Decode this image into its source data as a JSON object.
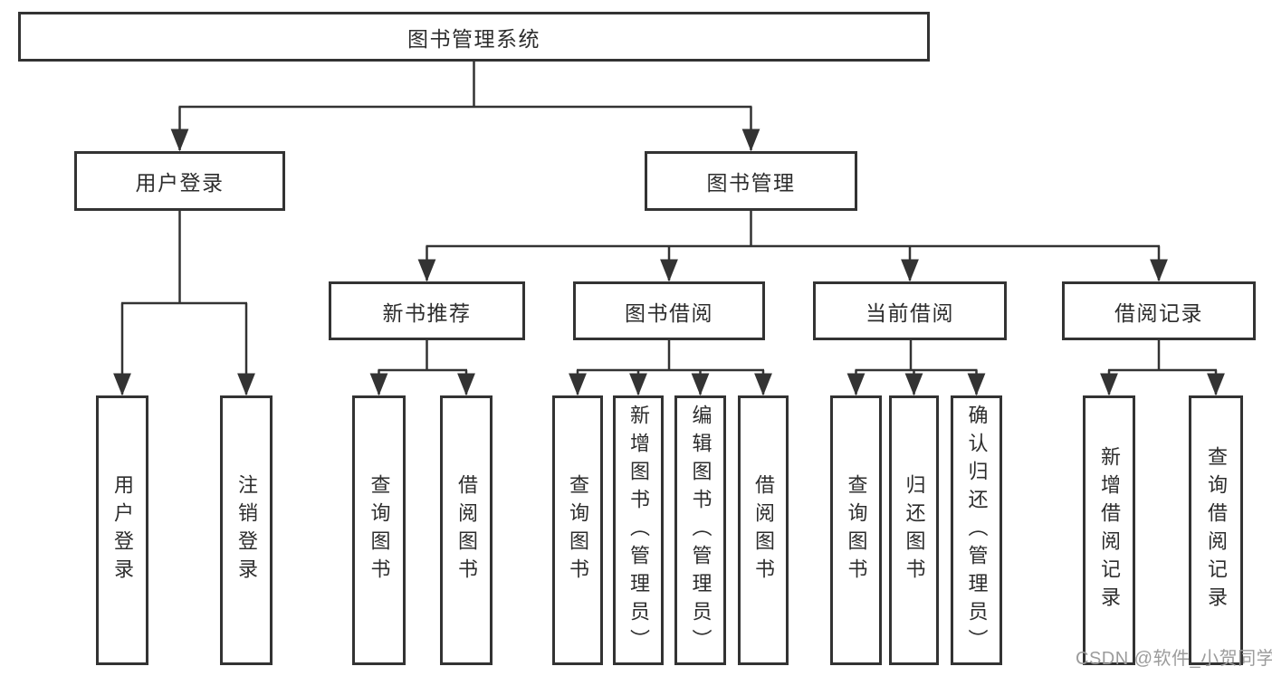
{
  "watermark": "CSDN @软件_小贺同学",
  "colors": {
    "line": "#333333",
    "box_border": "#333333",
    "text": "#2d2d2d",
    "background": "#ffffff",
    "watermark": "#9c9c9c"
  },
  "tree": {
    "root": {
      "label": "图书管理系统",
      "children": [
        {
          "label": "用户登录",
          "children": [
            {
              "label": "用户登录"
            },
            {
              "label": "注销登录"
            }
          ]
        },
        {
          "label": "图书管理",
          "children": [
            {
              "label": "新书推荐",
              "children": [
                {
                  "label": "查询图书"
                },
                {
                  "label": "借阅图书"
                }
              ]
            },
            {
              "label": "图书借阅",
              "children": [
                {
                  "label": "查询图书"
                },
                {
                  "label": "新增图书（管理员）"
                },
                {
                  "label": "编辑图书（管理员）"
                },
                {
                  "label": "借阅图书"
                }
              ]
            },
            {
              "label": "当前借阅",
              "children": [
                {
                  "label": "查询图书"
                },
                {
                  "label": "归还图书"
                },
                {
                  "label": "确认归还（管理员）"
                }
              ]
            },
            {
              "label": "借阅记录",
              "children": [
                {
                  "label": "新增借阅记录"
                },
                {
                  "label": "查询借阅记录"
                }
              ]
            }
          ]
        }
      ]
    }
  }
}
